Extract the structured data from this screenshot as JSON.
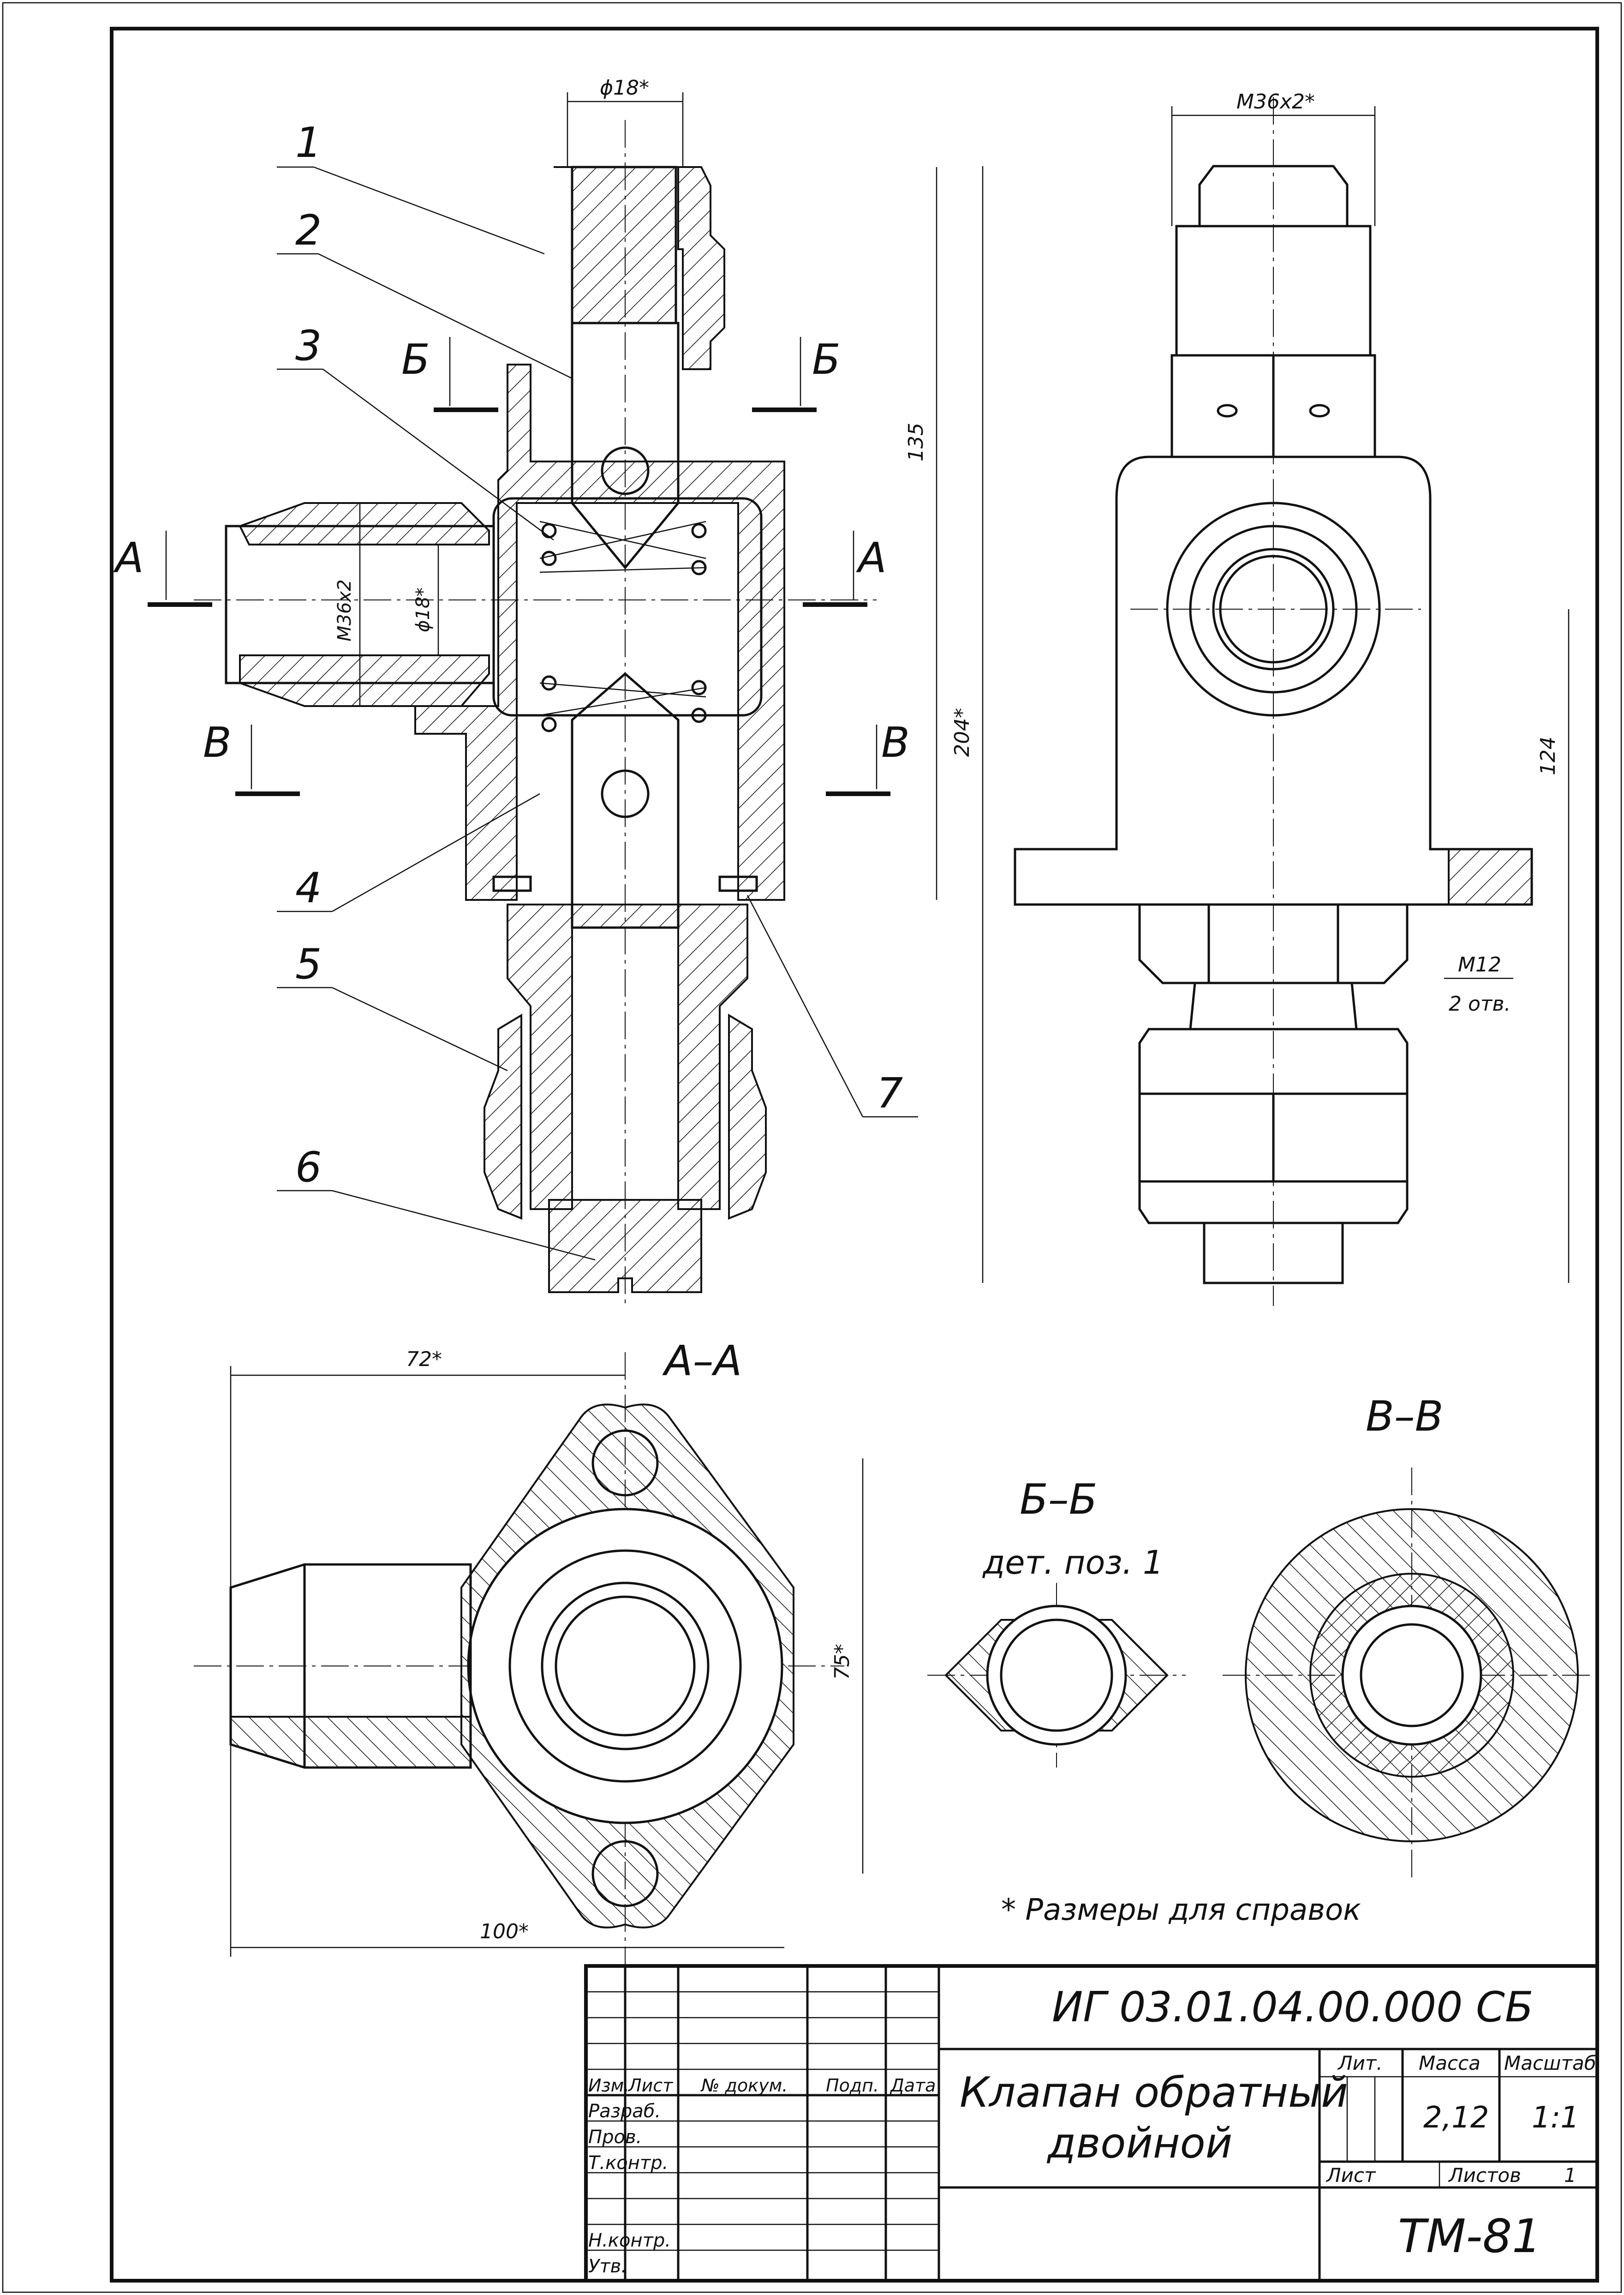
{
  "drawing": {
    "dimensions": {
      "d18_top": "ϕ18*",
      "m36_top": "M36x2*",
      "m36_side": "M36x2",
      "d18_side": "ϕ18*",
      "d135": "135",
      "d204": "204*",
      "d124": "124",
      "m12": "M12",
      "holes": "2 отв.",
      "d72": "72*",
      "d75": "75*",
      "d100": "100*"
    },
    "leaders": [
      "1",
      "2",
      "3",
      "4",
      "5",
      "6",
      "7"
    ],
    "cut_marks": {
      "a": "А",
      "b": "Б",
      "v": "В"
    },
    "section_titles": {
      "aa": "А–А",
      "bb": "Б–Б",
      "bb_note": "дет. поз. 1",
      "vv": "В–В"
    },
    "note": "* Размеры для справок"
  },
  "title_block": {
    "code": "ИГ 03.01.04.00.000 СБ",
    "name_line1": "Клапан обратный",
    "name_line2": "двойной",
    "headers": {
      "izm": "Изм.",
      "list": "Лист",
      "doc": "№ докум.",
      "sign": "Подп.",
      "date": "Дата"
    },
    "roles": [
      "Разраб.",
      "Пров.",
      "Т.контр.",
      "Н.контр.",
      "Утв."
    ],
    "lit_label": "Лит.",
    "mass_label": "Масса",
    "scale_label": "Масштаб",
    "mass_value": "2,12",
    "scale_value": "1:1",
    "sheet_label": "Лист",
    "sheets_label": "Листов",
    "sheets_value": "1",
    "group": "ТМ-81"
  }
}
